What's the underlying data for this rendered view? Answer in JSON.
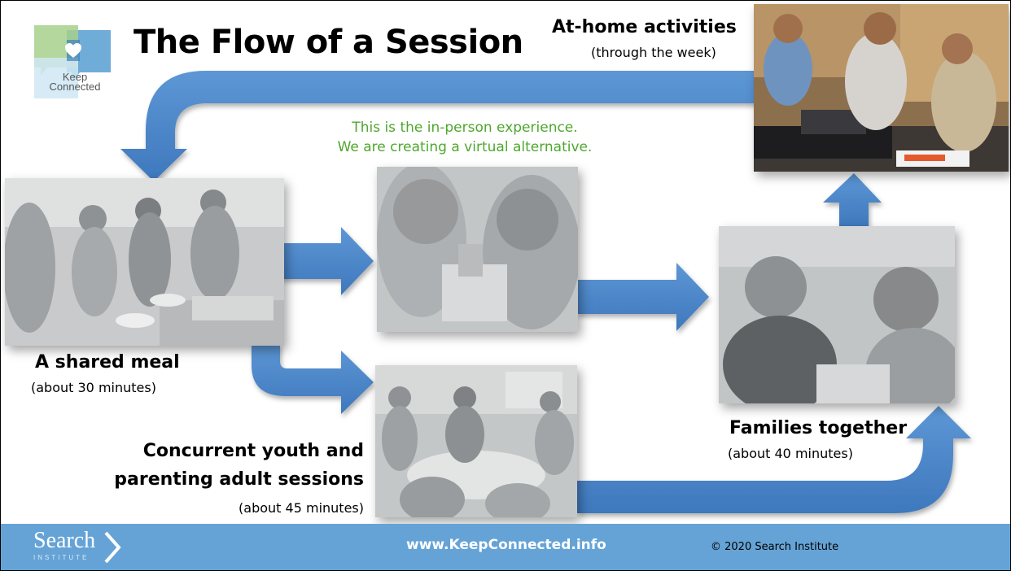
{
  "slide": {
    "title": "The Flow of a Session",
    "logo": {
      "text_line1": "Keep",
      "text_line2": "Connected",
      "icon": "heart-speech-bubble-icon"
    },
    "note": {
      "line1": "This is the in-person experience.",
      "line2": "We are creating a virtual alternative."
    },
    "steps": [
      {
        "label": "A shared meal",
        "duration": "(about 30 minutes)",
        "photo": "people-sharing-a-meal-photo"
      },
      {
        "label_line1": "Concurrent youth and",
        "label_line2": "parenting adult sessions",
        "duration": "(about 45 minutes)",
        "photo": "group-discussion-at-table-photo"
      },
      {
        "label": "Families together",
        "duration": "(about 40 minutes)",
        "photo": "families-together-photo"
      },
      {
        "label": "At-home activities",
        "duration": "(through the week)",
        "photo": "family-cooking-at-home-photo"
      }
    ],
    "middle_photo": "youths-building-activity-photo"
  },
  "footer": {
    "brand": "Search",
    "brand_sub": "INSTITUTE",
    "url": "www.KeepConnected.info",
    "copyright": "© 2020 Search Institute"
  },
  "colors": {
    "arrow": "#4a86c8",
    "footer": "#65a3d6",
    "note_green": "#4ea72e"
  }
}
